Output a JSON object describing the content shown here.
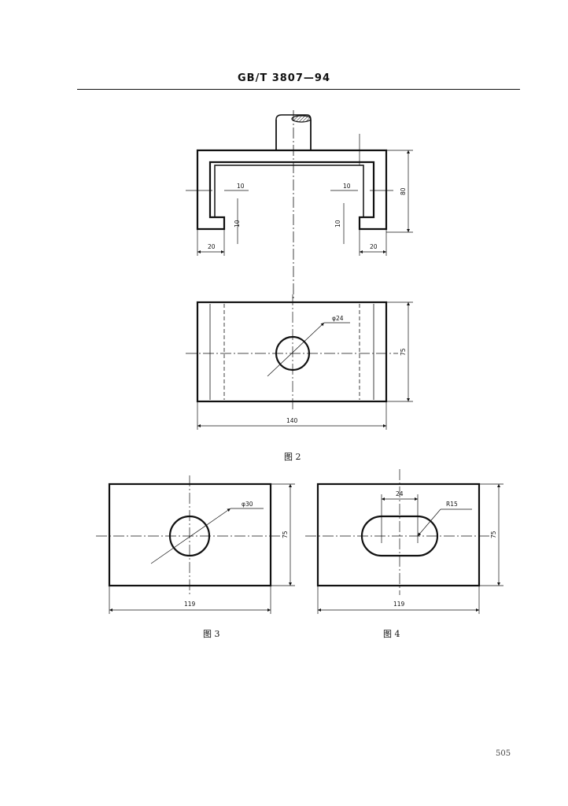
{
  "header": {
    "standard": "GB/T 3807—94"
  },
  "figure2": {
    "caption": "图 2",
    "dims": {
      "thickness_left": "10",
      "thickness_right": "10",
      "lip_left": "10",
      "lip_right": "10",
      "foot_left": "20",
      "foot_right": "20",
      "height": "80",
      "hole_dia": "φ24",
      "plate_height": "75",
      "plate_width": "140"
    }
  },
  "figure3": {
    "caption": "图 3",
    "dims": {
      "hole_dia": "φ30",
      "height": "75",
      "width": "119"
    }
  },
  "figure4": {
    "caption": "图 4",
    "dims": {
      "slot_center": "24",
      "radius": "R15",
      "height": "75",
      "width": "119"
    }
  },
  "page_number": "505"
}
